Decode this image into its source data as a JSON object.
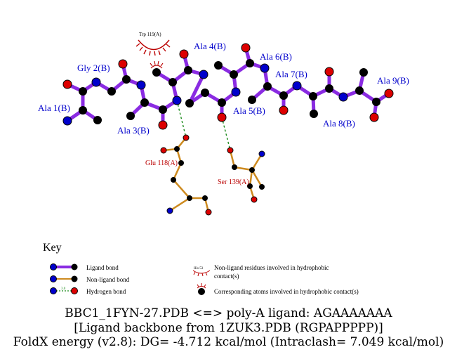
{
  "diagram": {
    "residues": {
      "ligand": [
        {
          "label": "Ala 1(B)"
        },
        {
          "label": "Gly 2(B)"
        },
        {
          "label": "Ala 3(B)"
        },
        {
          "label": "Ala 4(B)"
        },
        {
          "label": "Ala 5(B)"
        },
        {
          "label": "Ala 6(B)"
        },
        {
          "label": "Ala 7(B)"
        },
        {
          "label": "Ala 8(B)"
        },
        {
          "label": "Ala 9(B)"
        }
      ],
      "protein": [
        {
          "label": "Glu 118(A)"
        },
        {
          "label": "Ser 139(A)"
        }
      ],
      "hydrophobic": [
        {
          "label": "Trp 119(A)"
        }
      ]
    },
    "colors": {
      "ligand_bond": "#8a2be2",
      "nonligand_bond": "#cd8a1f",
      "hbond": "#1a8a1a",
      "nitrogen": "#0000cc",
      "oxygen": "#dd0000",
      "carbon": "#000000",
      "ligand_label": "#0000cc",
      "protein_label": "#bb0000"
    }
  },
  "key": {
    "title": "Key",
    "items": {
      "ligand_bond": "Ligand bond",
      "nonligand_bond": "Non-ligand bond",
      "hbond": "Hydrogen bond",
      "hbond_distance": "3.0",
      "hydrophobic_residue": "Non-ligand residues involved in hydrophobic",
      "hydrophobic_residue_2": "contact(s)",
      "hydrophobic_example": "His 53",
      "hydrophobic_atoms": "Corresponding atoms involved in hydrophobic contact(s)"
    }
  },
  "caption": {
    "line1": "BBC1_1FYN-27.PDB <=> poly-A ligand: AGAAAAAAA",
    "line2": "[Ligand backbone from 1ZUK3.PDB (RGPAPPPPP)]",
    "line3": "FoldX energy (v2.8): DG= -4.712 kcal/mol (Intraclash= 7.049 kcal/mol)"
  }
}
